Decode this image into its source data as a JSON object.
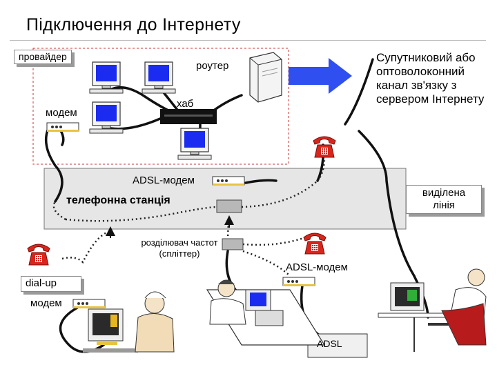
{
  "title": "Підключення до Інтернету",
  "labels": {
    "provider": "провайдер",
    "router": "роутер",
    "hub": "хаб",
    "modem": "модем",
    "satellite": "Супутниковий або оптоволоконний канал зв'язку з сервером Інтернету",
    "adsl_modem_top": "ADSL-модем",
    "telephone_station": "телефонна станція",
    "leased_line": "виділена лінія",
    "splitter": "розділювач частот (спліттер)",
    "adsl_modem_bottom": "ADSL-модем",
    "dialup": "dial-up",
    "dialup_modem": "модем",
    "adsl": "ADSL"
  },
  "colors": {
    "arrow": "#2f4ff0",
    "phone": "#d8261d",
    "screen": "#1b2cf0",
    "station": "#e6e6e6",
    "modem_body": "#ffffff",
    "modem_accent": "#e8c340",
    "dashed_border": "#cc3333"
  },
  "icons": [
    "monitor-icon",
    "server-icon",
    "hub-icon",
    "phone-icon",
    "modem-icon",
    "arrow-right-icon",
    "person-icon"
  ]
}
